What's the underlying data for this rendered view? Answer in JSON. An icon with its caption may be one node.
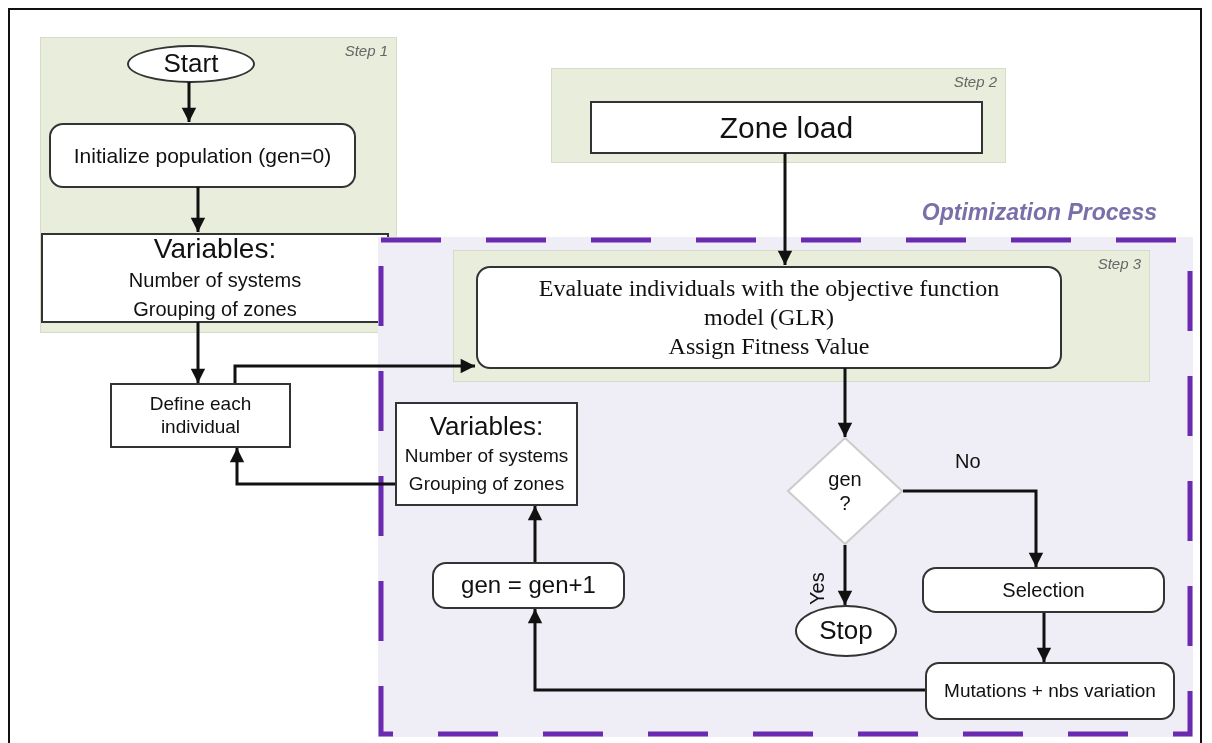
{
  "diagram": {
    "nodes": [
      {
        "text": [
          "Step 1"
        ]
      },
      {
        "text": [
          "Start"
        ],
        "in": 0
      },
      {
        "text": [
          "Initialize population (gen=0)"
        ],
        "in": 0
      },
      {
        "text": [
          "Variables:",
          "Number of systems",
          "Grouping of zones"
        ],
        "in": 0
      },
      {
        "text": [
          "Step 2"
        ]
      },
      {
        "text": [
          "Zone load"
        ],
        "in": 4
      },
      {
        "text": [
          "Optimization Process"
        ]
      },
      {
        "text": [
          "Step 3"
        ],
        "in": 6
      },
      {
        "text": [
          "Evaluate individuals with the objective function model (GLR)",
          "Assign Fitness Value"
        ],
        "in": 7
      },
      {
        "text": [
          "Define each individual"
        ]
      },
      {
        "text": [
          "Variables:",
          "Number of systems",
          "Grouping of zones"
        ],
        "in": 6
      },
      {
        "text": [
          "gen ?"
        ],
        "in": 6
      },
      {
        "text": [
          "gen = gen+1"
        ],
        "in": 6
      },
      {
        "text": [
          "Stop"
        ],
        "in": 6
      },
      {
        "text": [
          "Selection"
        ],
        "in": 6
      },
      {
        "text": [
          "Mutations + nbs variation"
        ],
        "in": 6
      }
    ],
    "edges": [
      {
        "from": 1,
        "to": 2,
        "arrow": "to"
      },
      {
        "from": 2,
        "to": 3,
        "arrow": "to"
      },
      {
        "from": 3,
        "to": 9,
        "arrow": "to"
      },
      {
        "from": 9,
        "to": 8,
        "arrow": "to"
      },
      {
        "from": 5,
        "to": 8,
        "arrow": "to"
      },
      {
        "from": 8,
        "to": 11,
        "arrow": "to"
      },
      {
        "from": 11,
        "to": 13,
        "arrow": "to",
        "label": "Yes"
      },
      {
        "from": 11,
        "to": 14,
        "arrow": "to",
        "label": "No"
      },
      {
        "from": 14,
        "to": 15,
        "arrow": "to"
      },
      {
        "from": 15,
        "to": 12,
        "arrow": "to"
      },
      {
        "from": 12,
        "to": 10,
        "arrow": "to"
      },
      {
        "from": 10,
        "to": 9,
        "arrow": "to"
      }
    ]
  }
}
